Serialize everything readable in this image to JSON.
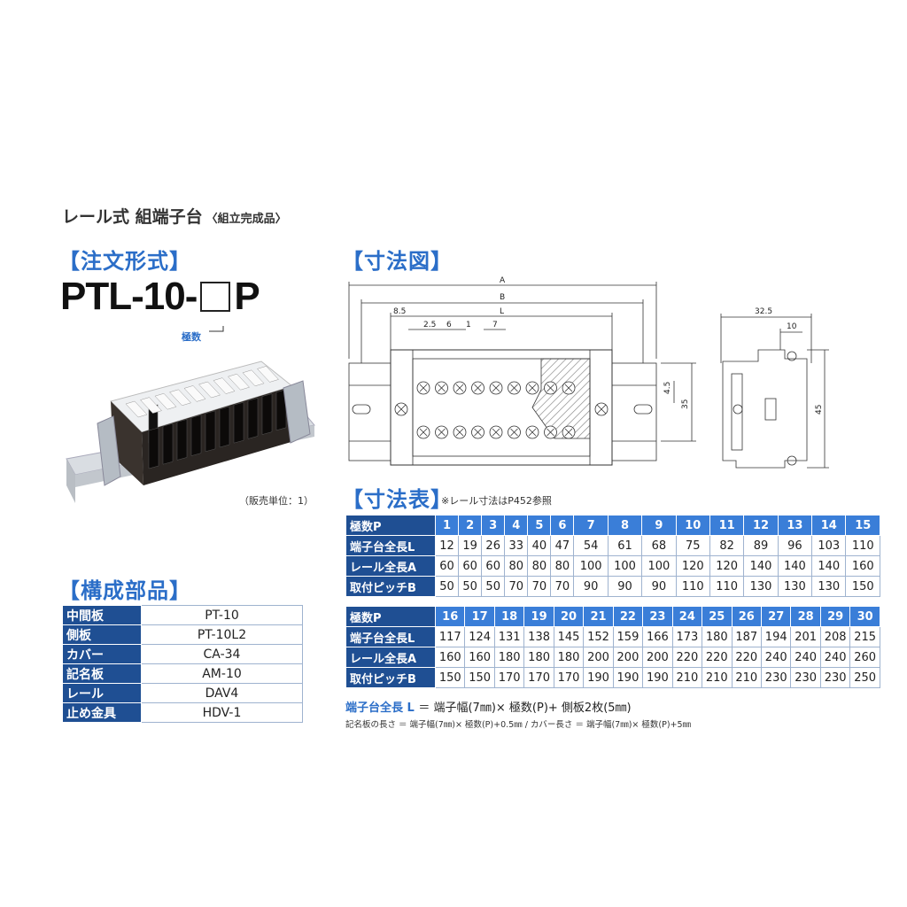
{
  "header": {
    "title": "レール式 組端子台",
    "subtitle": "〈組立完成品〉"
  },
  "order_section": {
    "title": "【注文形式】",
    "model_prefix": "PTL-10-",
    "model_suffix": "P",
    "poles_label": "極数"
  },
  "sales_unit": "（販売単位：1）",
  "dimension_section": {
    "title": "【寸法図】",
    "labels": {
      "A": "A",
      "B": "B",
      "L": "L",
      "d85": "8.5",
      "d25": "2.5",
      "d6": "6",
      "d1": "1",
      "d7": "7",
      "d45": "4.5",
      "d35": "35",
      "d325": "32.5",
      "d10": "10",
      "dh45": "45"
    }
  },
  "parts_section": {
    "title": "【構成部品】",
    "rows": [
      {
        "name": "中間板",
        "part": "PT-10"
      },
      {
        "name": "側板",
        "part": "PT-10L2"
      },
      {
        "name": "カバー",
        "part": "CA-34"
      },
      {
        "name": "記名板",
        "part": "AM-10"
      },
      {
        "name": "レール",
        "part": "DAV4"
      },
      {
        "name": "止め金具",
        "part": "HDV-1"
      }
    ]
  },
  "dim_table_section": {
    "title": "【寸法表】",
    "note": "※レール寸法はP452参照",
    "row_labels": [
      "極数P",
      "端子台全長L",
      "レール全長A",
      "取付ピッチB"
    ],
    "table1": {
      "poles": [
        "1",
        "2",
        "3",
        "4",
        "5",
        "6",
        "7",
        "8",
        "9",
        "10",
        "11",
        "12",
        "13",
        "14",
        "15"
      ],
      "L": [
        "12",
        "19",
        "26",
        "33",
        "40",
        "47",
        "54",
        "61",
        "68",
        "75",
        "82",
        "89",
        "96",
        "103",
        "110"
      ],
      "A": [
        "60",
        "60",
        "60",
        "80",
        "80",
        "80",
        "100",
        "100",
        "100",
        "120",
        "120",
        "140",
        "140",
        "140",
        "160"
      ],
      "B": [
        "50",
        "50",
        "50",
        "70",
        "70",
        "70",
        "90",
        "90",
        "90",
        "110",
        "110",
        "130",
        "130",
        "130",
        "150"
      ]
    },
    "table2": {
      "poles": [
        "16",
        "17",
        "18",
        "19",
        "20",
        "21",
        "22",
        "23",
        "24",
        "25",
        "26",
        "27",
        "28",
        "29",
        "30"
      ],
      "L": [
        "117",
        "124",
        "131",
        "138",
        "145",
        "152",
        "159",
        "166",
        "173",
        "180",
        "187",
        "194",
        "201",
        "208",
        "215"
      ],
      "A": [
        "160",
        "160",
        "180",
        "180",
        "180",
        "200",
        "200",
        "200",
        "220",
        "220",
        "220",
        "240",
        "240",
        "240",
        "260"
      ],
      "B": [
        "150",
        "150",
        "170",
        "170",
        "170",
        "190",
        "190",
        "190",
        "210",
        "210",
        "210",
        "230",
        "230",
        "230",
        "250"
      ]
    },
    "formula_label": "端子台全長 L",
    "formula_body": "＝ 端子幅(7㎜)× 極数(P)+ 側板2枚(5㎜)",
    "formula2": "記名板の長さ ＝ 端子幅(7㎜)× 極数(P)+0.5㎜ / カバー長さ ＝ 端子幅(7㎜)× 極数(P)+5㎜"
  }
}
